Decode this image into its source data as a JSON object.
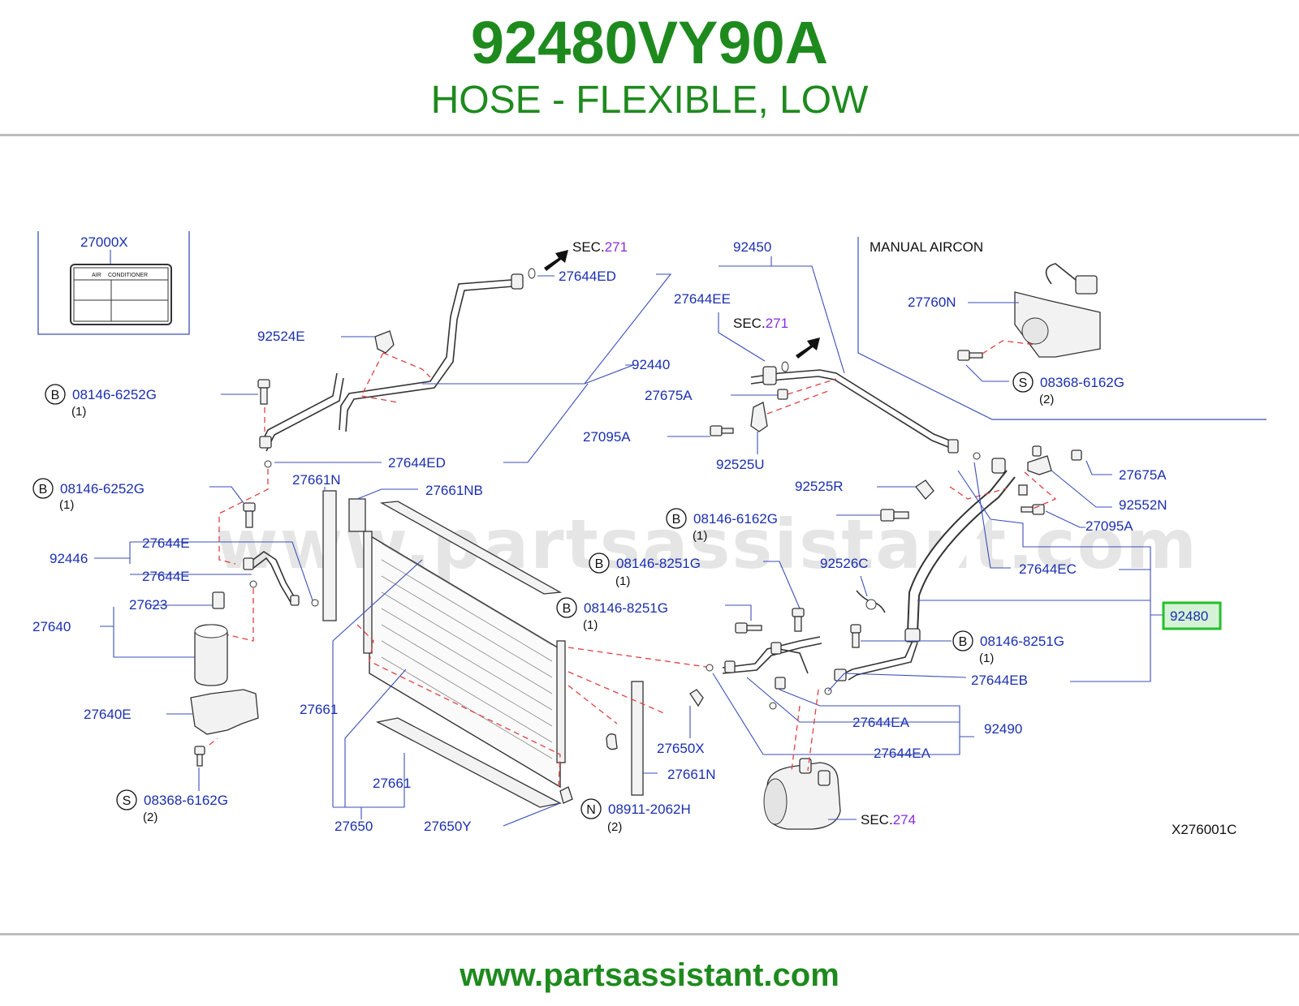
{
  "header": {
    "part_number": "92480VY90A",
    "description": "HOSE - FLEXIBLE, LOW"
  },
  "footer": {
    "url": "www.partsassistant.com"
  },
  "diagram": {
    "watermark": "www.partsassistant.com",
    "code": "X276001C",
    "section_heading": "MANUAL  AIRCON",
    "label_card": {
      "line1": "AIR",
      "line2": "CONDITIONER"
    },
    "highlighted_part": "92480",
    "sec_prefix": "SEC.",
    "sec_refs": [
      "271",
      "271",
      "274"
    ],
    "callouts": {
      "c27000X": "27000X",
      "c92524E": "92524E",
      "c27644ED_top": "27644ED",
      "c92440": "92440",
      "c92450": "92450",
      "c27644EE": "27644EE",
      "c27675A_top": "27675A",
      "c27095A_left": "27095A",
      "c92525U": "92525U",
      "c27760N": "27760N",
      "c27644ED_mid": "27644ED",
      "c27661N_top": "27661N",
      "c27661NB": "27661NB",
      "c92525R": "92525R",
      "c27675A_right": "27675A",
      "c92552N": "92552N",
      "c27095A_right": "27095A",
      "c27644E_1": "27644E",
      "c92446": "92446",
      "c27644E_2": "27644E",
      "c27644EC": "27644EC",
      "c92526C": "92526C",
      "c27623": "27623",
      "c27640": "27640",
      "c27644EB": "27644EB",
      "c27661_left": "27661",
      "c27640E": "27640E",
      "c27644EA_1": "27644EA",
      "c92490": "92490",
      "c27650X": "27650X",
      "c27644EA_2": "27644EA",
      "c27661N_bottom": "27661N",
      "c27661_bottom": "27661",
      "c27650": "27650",
      "c27650Y": "27650Y"
    },
    "fasteners": {
      "f1": {
        "letter": "B",
        "code": "08146-6252G",
        "qty": "(1)"
      },
      "f2": {
        "letter": "B",
        "code": "08146-6252G",
        "qty": "(1)"
      },
      "f3": {
        "letter": "S",
        "code": "08368-6162G",
        "qty": "(2)"
      },
      "f4": {
        "letter": "B",
        "code": "08146-6162G",
        "qty": "(1)"
      },
      "f5": {
        "letter": "B",
        "code": "08146-8251G",
        "qty": "(1)"
      },
      "f6": {
        "letter": "B",
        "code": "08146-8251G",
        "qty": "(1)"
      },
      "f7": {
        "letter": "B",
        "code": "08146-8251G",
        "qty": "(1)"
      },
      "f8": {
        "letter": "S",
        "code": "08368-6162G",
        "qty": "(2)"
      },
      "f9": {
        "letter": "N",
        "code": "08911-2062H",
        "qty": "(2)"
      }
    },
    "colors": {
      "title_green": "#1e8a1e",
      "callout_blue": "#1a2fb0",
      "dashed_red": "#e04040",
      "sec_purple": "#8a2be2",
      "highlight_box": "#22c02a"
    }
  }
}
